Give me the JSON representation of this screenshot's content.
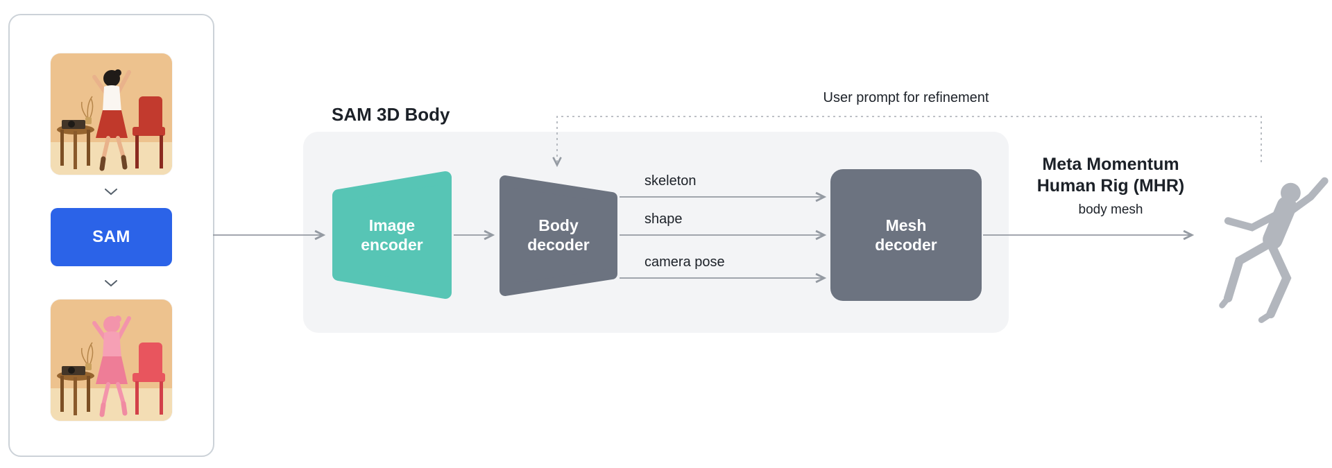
{
  "left_panel": {
    "sam_label": "SAM",
    "chevron_icon": "chevron-down",
    "input_image": "photo of dancing person with record player and red chair",
    "segmented_image": "same photo with person and chair segmentation masks"
  },
  "diagram": {
    "title": "SAM 3D Body",
    "blocks": {
      "image_encoder": "Image encoder",
      "body_decoder": "Body decoder",
      "mesh_decoder": "Mesh decoder"
    },
    "body_decoder_outputs": [
      "skeleton",
      "shape",
      "camera pose"
    ],
    "refinement_label": "User prompt for refinement"
  },
  "output": {
    "title_line1": "Meta Momentum",
    "title_line2": "Human Rig (MHR)",
    "subtitle": "body mesh",
    "figure": "gray 3D body mesh in dynamic pose"
  },
  "colors": {
    "encoder_teal": "#57c5b5",
    "decoder_gray": "#6c7380",
    "sam_blue": "#2b63e8",
    "container_gray": "#f3f4f6",
    "arrow_gray": "#949aa2",
    "text_dark": "#1c2128",
    "mask_pink": "#f394ab"
  }
}
